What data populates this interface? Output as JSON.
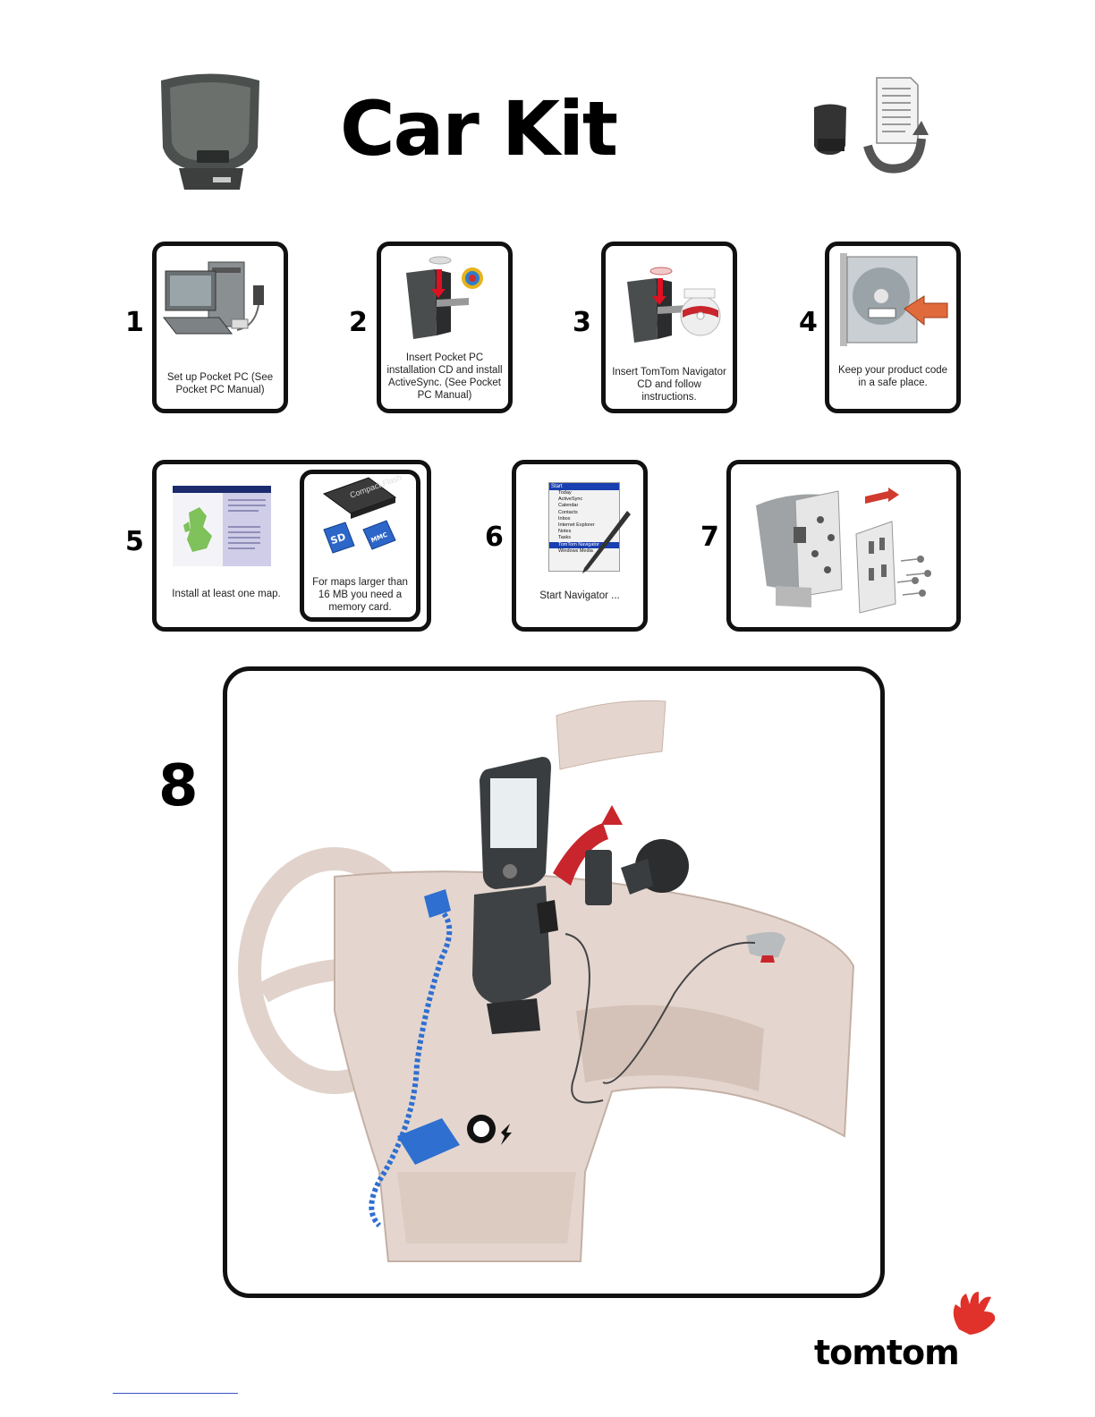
{
  "title": "Car Kit",
  "steps": [
    {
      "num": "1",
      "caption": "Set up Pocket PC (See Pocket PC Manual)"
    },
    {
      "num": "2",
      "caption": "Insert Pocket PC installation CD and install ActiveSync. (See Pocket PC Manual)"
    },
    {
      "num": "3",
      "caption": "Insert TomTom Navigator CD  and follow instructions."
    },
    {
      "num": "4",
      "caption": "Keep your product code in a safe place."
    },
    {
      "num": "5",
      "caption": "Install at least one map.",
      "card_caption": "For maps larger than 16 MB you need a memory card.",
      "card_labels": [
        "Compact Flash",
        "SD",
        "MMC"
      ]
    },
    {
      "num": "6",
      "caption": "Start Navigator ...",
      "menu": [
        "Start",
        "Today",
        "ActiveSync",
        "Calendar",
        "Contacts",
        "Inbox",
        "Internet Explorer",
        "Notes",
        "Tasks",
        "TomTom Navigator",
        "Windows Media"
      ]
    },
    {
      "num": "7",
      "caption": ""
    },
    {
      "num": "8",
      "caption": ""
    }
  ],
  "brand": {
    "name": "tomtom",
    "color": "#e0312a"
  },
  "colors": {
    "frame": "#111111",
    "dash": "#d9c9c0",
    "cable": "#2f6fd0",
    "accent_red": "#c8262c"
  }
}
